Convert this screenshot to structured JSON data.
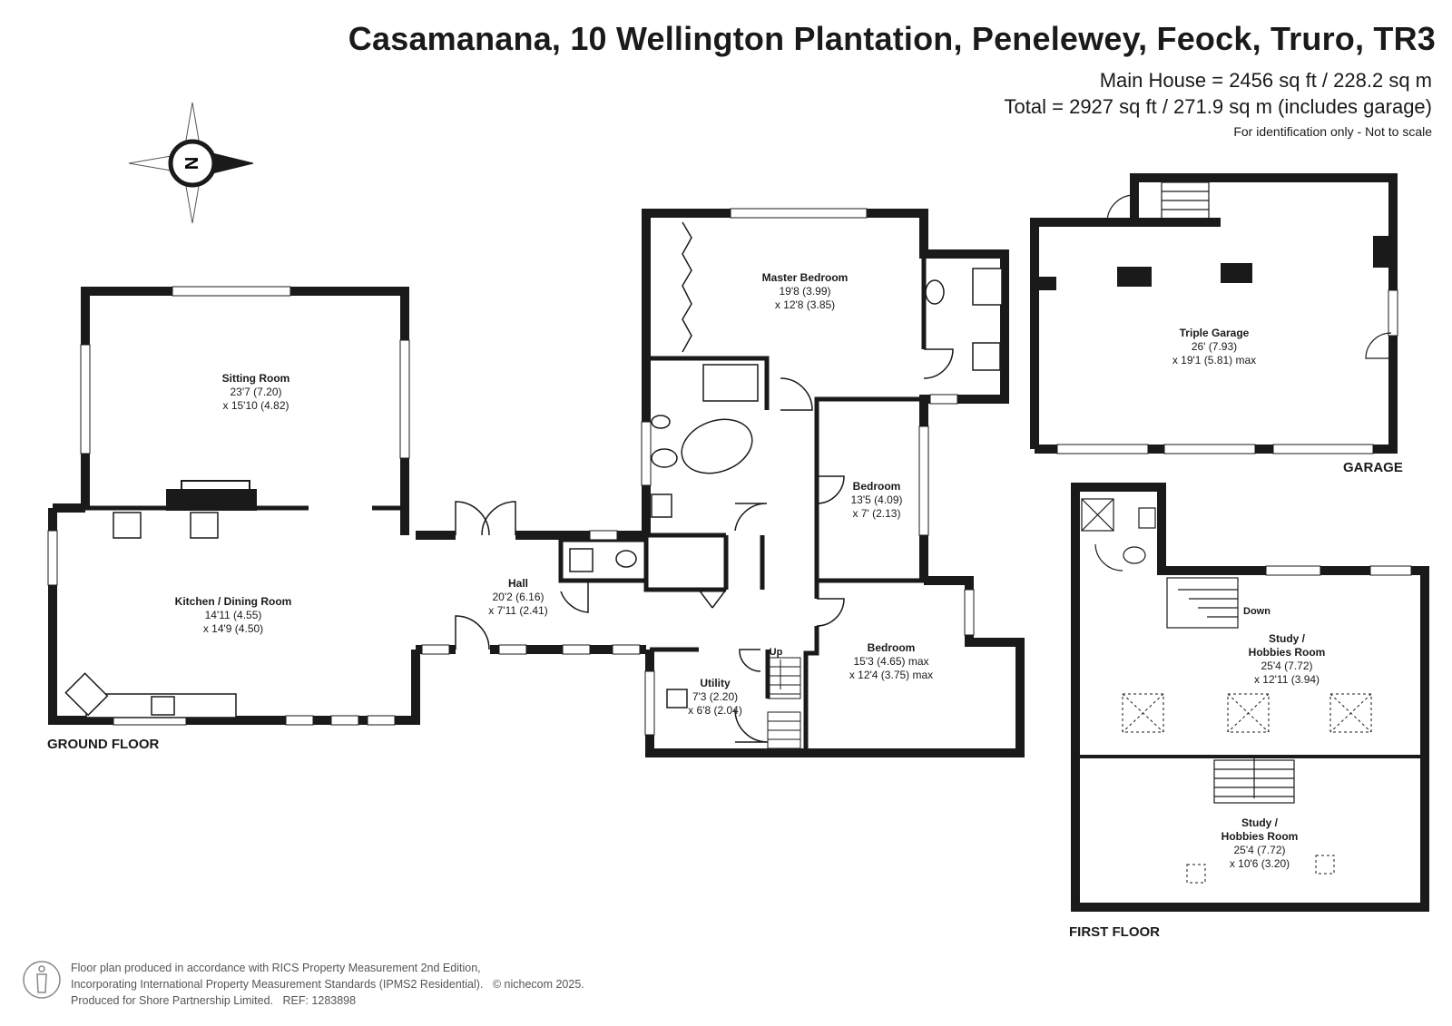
{
  "header": {
    "title": "Casamanana, 10 Wellington Plantation, Penelewey, Feock, Truro, TR3",
    "main_house": "Main House = 2456 sq ft / 228.2 sq m",
    "total": "Total = 2927 sq ft / 271.9 sq m (includes garage)",
    "note": "For identification only - Not to scale"
  },
  "compass": {
    "letter": "N"
  },
  "floors": {
    "ground": "GROUND FLOOR",
    "first": "FIRST FLOOR",
    "garage": "GARAGE"
  },
  "rooms": {
    "sitting": {
      "name": "Sitting Room",
      "dim1": "23'7 (7.20)",
      "dim2": "x 15'10 (4.82)"
    },
    "kitchen": {
      "name": "Kitchen / Dining Room",
      "dim1": "14'11 (4.55)",
      "dim2": "x 14'9 (4.50)"
    },
    "hall": {
      "name": "Hall",
      "dim1": "20'2 (6.16)",
      "dim2": "x 7'11 (2.41)"
    },
    "master": {
      "name": "Master Bedroom",
      "dim1": "19'8 (3.99)",
      "dim2": "x 12'8 (3.85)"
    },
    "bed2": {
      "name": "Bedroom",
      "dim1": "13'5 (4.09)",
      "dim2": "x 7' (2.13)"
    },
    "bed3": {
      "name": "Bedroom",
      "dim1": "15'3 (4.65) max",
      "dim2": "x 12'4 (3.75) max"
    },
    "utility": {
      "name": "Utility",
      "dim1": "7'3 (2.20)",
      "dim2": "x 6'8 (2.04)"
    },
    "garage": {
      "name": "Triple Garage",
      "dim1": "26' (7.93)",
      "dim2": "x 19'1 (5.81) max"
    },
    "study1": {
      "name1": "Study /",
      "name2": "Hobbies Room",
      "dim1": "25'4 (7.72)",
      "dim2": "x 12'11 (3.94)"
    },
    "study2": {
      "name1": "Study /",
      "name2": "Hobbies Room",
      "dim1": "25'4 (7.72)",
      "dim2": "x 10'6 (3.20)"
    }
  },
  "stairs": {
    "up": "Up",
    "down": "Down"
  },
  "footer": {
    "line1": "Floor plan produced in accordance with RICS Property Measurement 2nd Edition,",
    "line2a": "Incorporating International Property Measurement Standards (IPMS2 Residential).",
    "line2b": "© nichecom 2025.",
    "line3a": "Produced for Shore Partnership Limited.",
    "line3b": "REF: 1283898"
  }
}
